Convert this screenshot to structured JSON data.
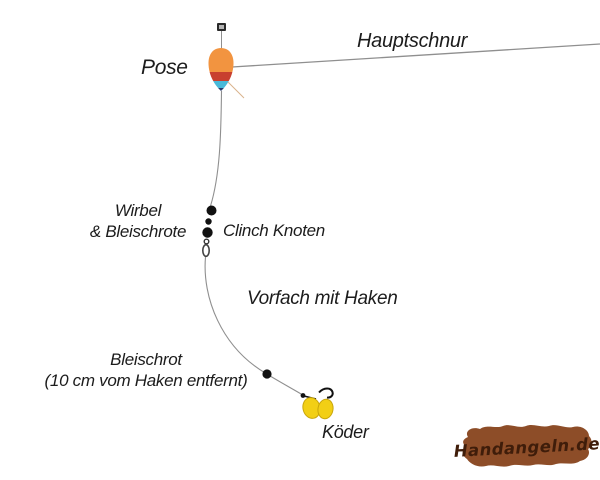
{
  "labels": {
    "pose": "Pose",
    "hauptschnur": "Hauptschnur",
    "wirbel_line1": "Wirbel",
    "wirbel_line2": "& Bleischrote",
    "clinch_knoten": "Clinch Knoten",
    "vorfach": "Vorfach mit Haken",
    "bleischrot_line1": "Bleischrot",
    "bleischrot_line2": "(10 cm vom Haken entfernt)",
    "koeder": "Köder"
  },
  "logo": {
    "text": "Handangeln.de"
  },
  "icons": {
    "pose_float": "svg-teardrop-float",
    "line_stopper": "svg-small-square",
    "lead_shot": "svg-black-dot",
    "swivel": "svg-barrel-link",
    "hook": "svg-curved-hook",
    "corn_bait": "svg-yellow-ovals"
  },
  "colors": {
    "text": "#1c1c1c",
    "line": "#8f8f8f",
    "shot": "#111111",
    "float_orange": "#f29440",
    "float_red": "#c8402f",
    "float_cyan": "#49b9d9",
    "float_tip": "#27386b",
    "bait_yellow": "#f2cf15",
    "bait_yellow_dark": "#c9a60b",
    "logo_brown": "#8d4d28",
    "logo_text": "#3f1d0a"
  }
}
